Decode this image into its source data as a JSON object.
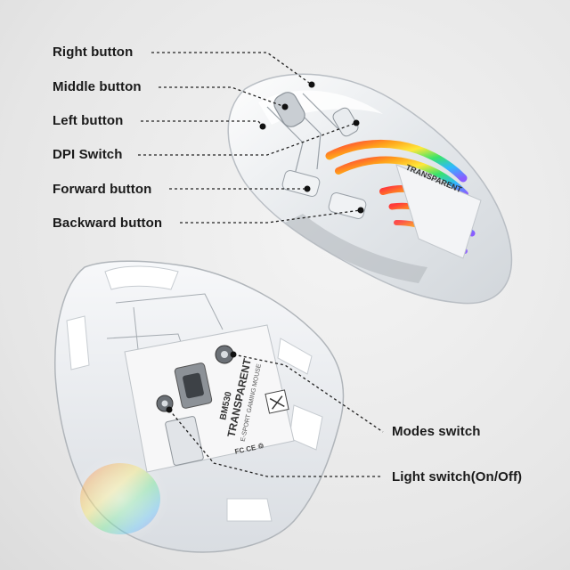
{
  "callouts": {
    "right_button": "Right button",
    "middle_button": "Middle button",
    "left_button": "Left button",
    "dpi_switch": "DPI Switch",
    "forward_button": "Forward button",
    "backward_button": "Backward button",
    "modes_switch": "Modes switch",
    "light_switch": "Light switch(On/Off)"
  },
  "bottom_print": {
    "model": "BM530",
    "name": "TRANSPARENT",
    "subtitle": "E-SPORT GAMING MOUSE",
    "side_text": "TRANSPARENT"
  },
  "colors": {
    "background": "#ececec",
    "label_text": "#1a1a1a",
    "leader_line": "#222222",
    "rgb_strip": [
      "#ff3b3b",
      "#ff9f1a",
      "#ffe83a",
      "#39e36b",
      "#2fb8ff",
      "#8a5cff"
    ]
  }
}
